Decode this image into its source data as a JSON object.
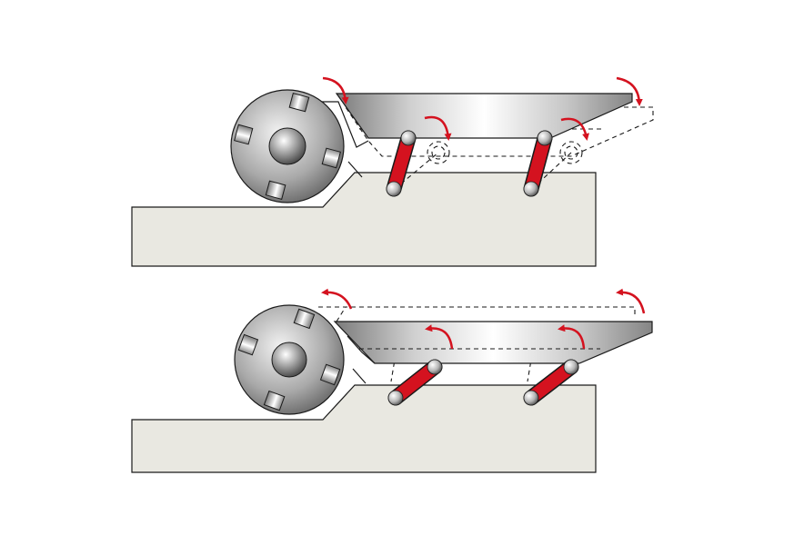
{
  "colors": {
    "background": "#ffffff",
    "table_fill": "#e9e8e1",
    "outline": "#1a1a1a",
    "link_red": "#d4121f",
    "arrow_red": "#d4121f",
    "cutter_light": "#f4f4f4",
    "cutter_dark": "#6a6a6a",
    "blade_light": "#ffffff",
    "blade_dark": "#7a7a7a"
  },
  "panels": [
    {
      "name": "upper-panel",
      "state": "fence-raised",
      "fence_shift": 0,
      "link_angle": -1
    },
    {
      "name": "lower-panel",
      "state": "fence-lowered",
      "fence_shift": 1,
      "link_angle": 1
    }
  ],
  "icons": [
    "cutter-head-icon",
    "fence-plate-icon",
    "parallel-link-icon",
    "rotation-arrow-icon"
  ]
}
